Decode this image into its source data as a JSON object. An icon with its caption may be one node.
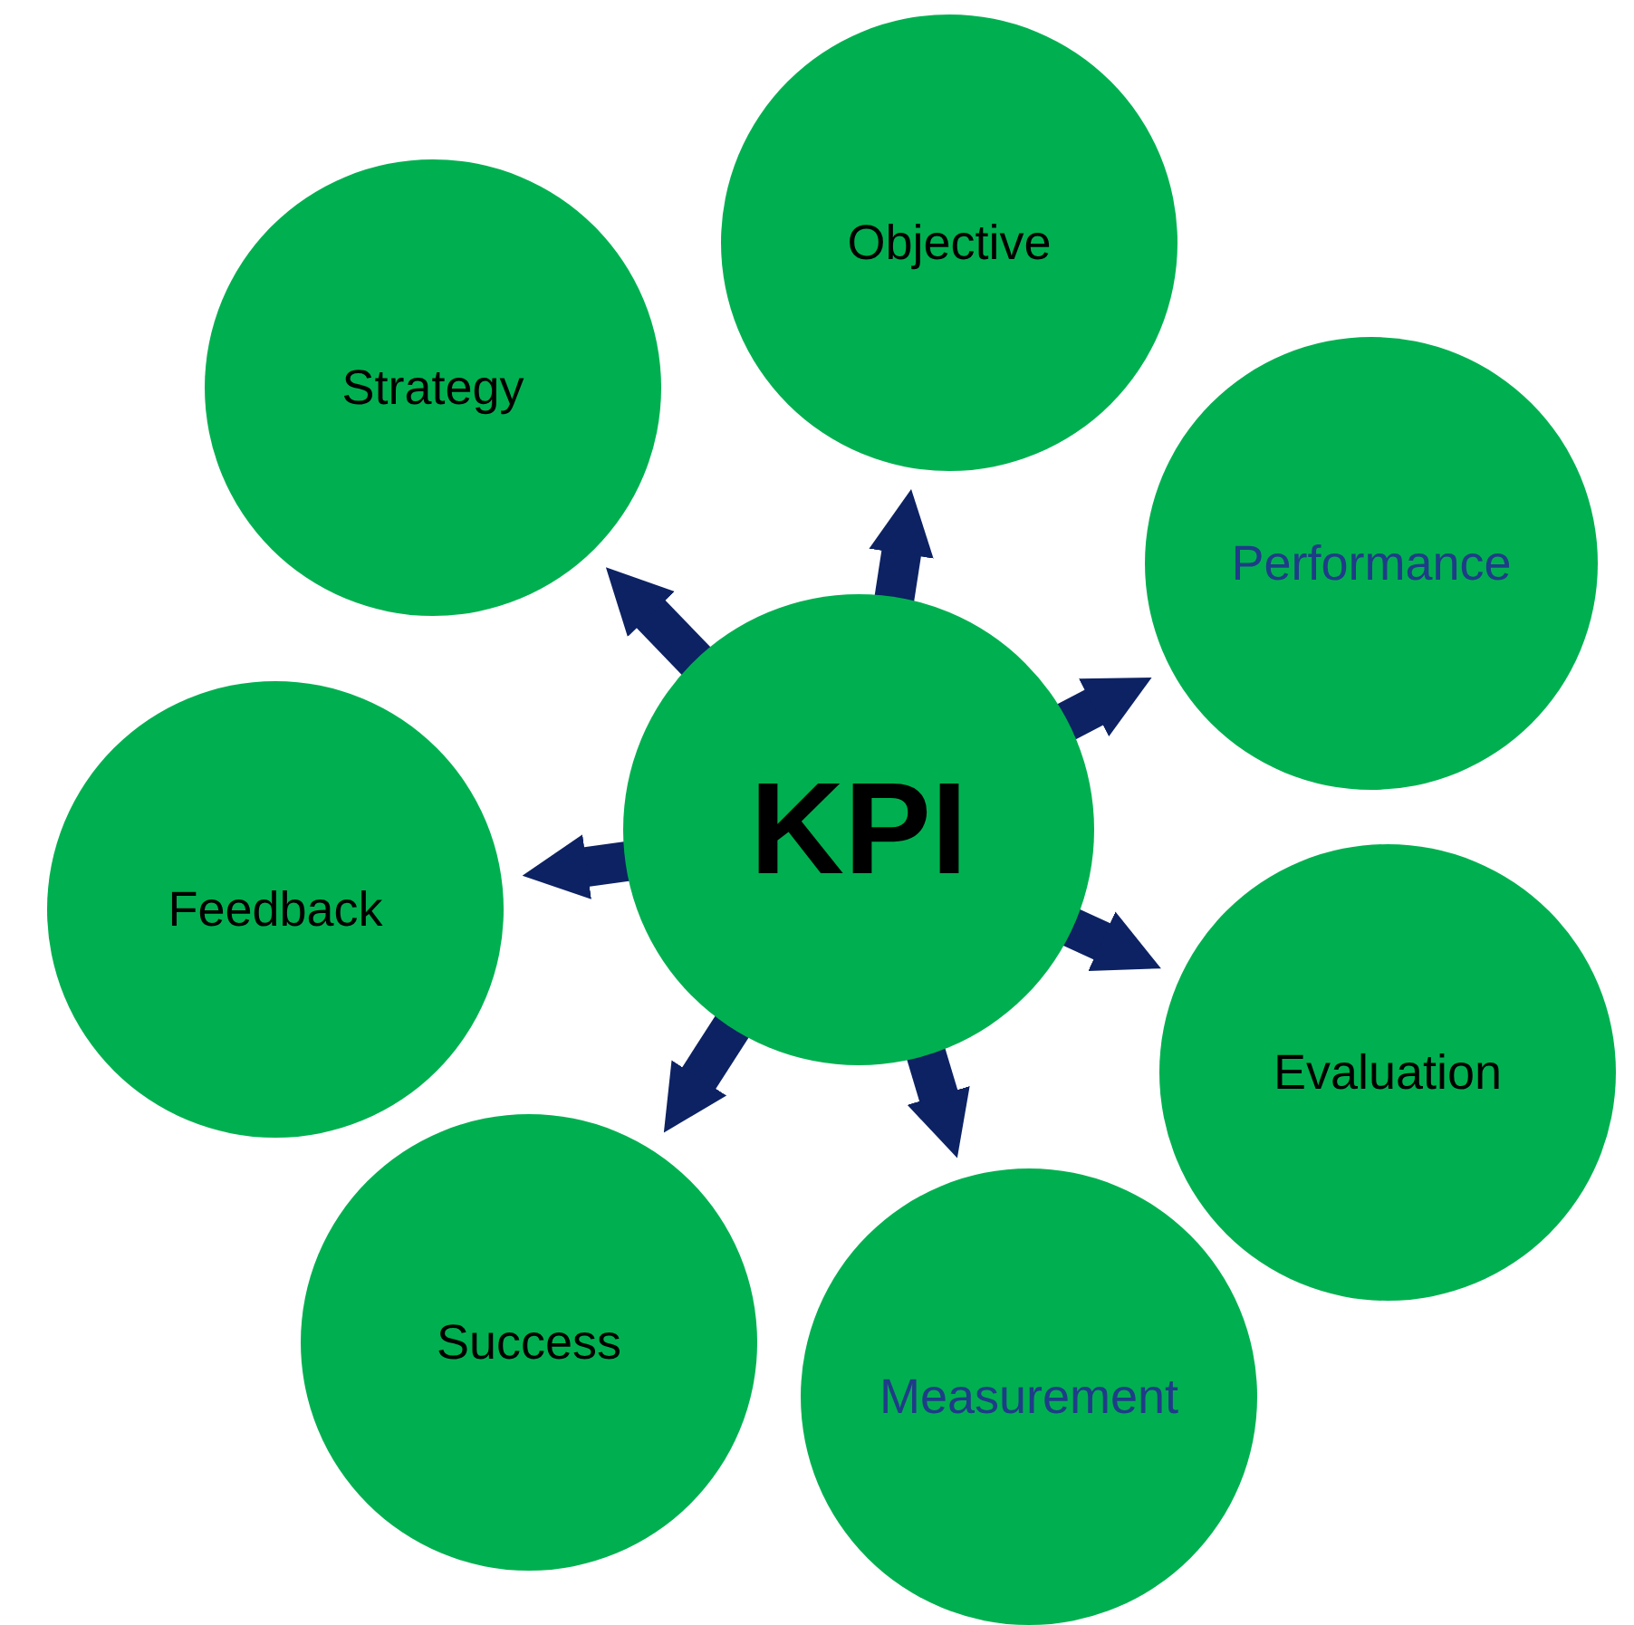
{
  "diagram": {
    "nodes": [
      {
        "text": [
          "KPI"
        ]
      },
      {
        "text": [
          "Objective"
        ]
      },
      {
        "text": [
          "Performance"
        ]
      },
      {
        "text": [
          "Evaluation"
        ]
      },
      {
        "text": [
          "Measurement"
        ]
      },
      {
        "text": [
          "Success"
        ]
      },
      {
        "text": [
          "Feedback"
        ]
      },
      {
        "text": [
          "Strategy"
        ]
      }
    ],
    "edges": [
      {
        "from": 0,
        "to": 1,
        "arrow": "to"
      },
      {
        "from": 0,
        "to": 2,
        "arrow": "to"
      },
      {
        "from": 0,
        "to": 3,
        "arrow": "to"
      },
      {
        "from": 0,
        "to": 4,
        "arrow": "to"
      },
      {
        "from": 0,
        "to": 5,
        "arrow": "to"
      },
      {
        "from": 0,
        "to": 6,
        "arrow": "to"
      },
      {
        "from": 0,
        "to": 7,
        "arrow": "to"
      }
    ]
  }
}
